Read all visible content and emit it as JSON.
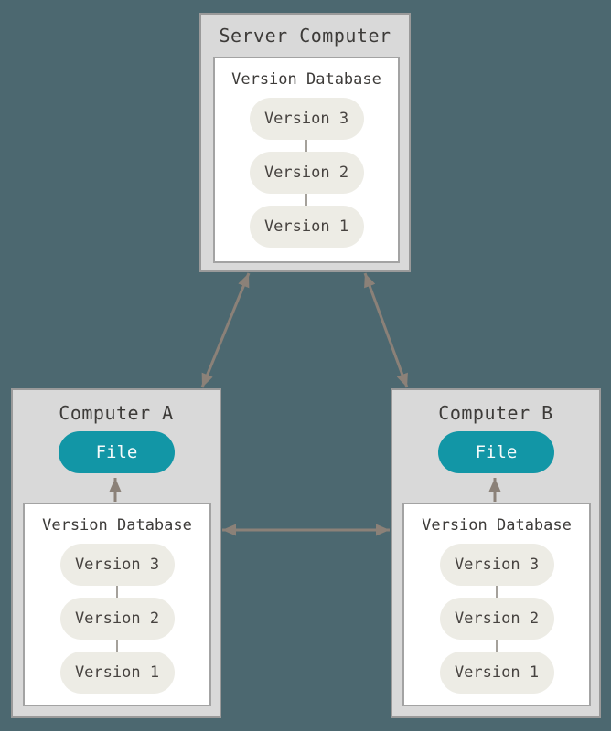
{
  "colors": {
    "background": "#4c6870",
    "box_fill": "#d9d9d9",
    "box_border": "#9a9a9a",
    "db_fill": "#ffffff",
    "db_border": "#a3a3a3",
    "pill_fill": "#edece5",
    "pill_text": "#474340",
    "file_fill": "#1296a6",
    "file_text": "#f6fbfb",
    "arrow": "#8b8178",
    "title_text": "#3d3b39",
    "connector": "#a5a19b"
  },
  "server": {
    "title": "Server Computer",
    "database": {
      "title": "Version Database",
      "versions": [
        "Version 3",
        "Version 2",
        "Version 1"
      ]
    }
  },
  "computer_a": {
    "title": "Computer A",
    "file_label": "File",
    "database": {
      "title": "Version Database",
      "versions": [
        "Version 3",
        "Version 2",
        "Version 1"
      ]
    }
  },
  "computer_b": {
    "title": "Computer B",
    "file_label": "File",
    "database": {
      "title": "Version Database",
      "versions": [
        "Version 3",
        "Version 2",
        "Version 1"
      ]
    }
  }
}
